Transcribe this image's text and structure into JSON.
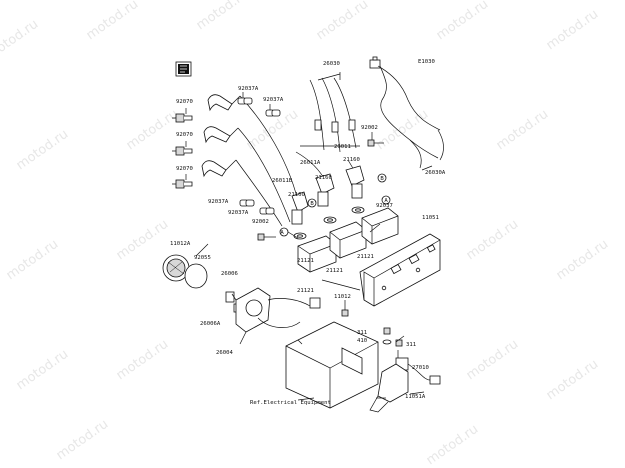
{
  "diagram": {
    "code": "E1030",
    "watermark": "motod.ru",
    "ref_note": "Ref.Electrical Equipment",
    "labels": {
      "p26030": "26030",
      "p92037a_1": "92037A",
      "p92037a_2": "92037A",
      "p92070_1": "92070",
      "p92070_2": "92070",
      "p92070_3": "92070",
      "p92002_1": "92002",
      "p26011": "26011",
      "p21160_1": "21160",
      "p26011a": "26011A",
      "p21160_2": "21160",
      "p26030a": "26030A",
      "p26011b": "26011B",
      "p21160_3": "21160",
      "p92037": "92037",
      "p92037a_3": "92037A",
      "p92037a_4": "92037A",
      "p92002_2": "92002",
      "p11051": "11051",
      "p11012a": "11012A",
      "p92055": "92055",
      "p26006": "26006",
      "p21121_1": "21121",
      "p21121_2": "21121",
      "p21121_3": "21121",
      "p26006a": "26006A",
      "p11012": "11012",
      "p26004": "26004",
      "p311_1": "311",
      "p311_2": "311",
      "p410": "410",
      "p27010": "27010",
      "p11051a": "11051A",
      "markA1": "A",
      "markA2": "A",
      "markB1": "B",
      "markB2": "B"
    }
  }
}
